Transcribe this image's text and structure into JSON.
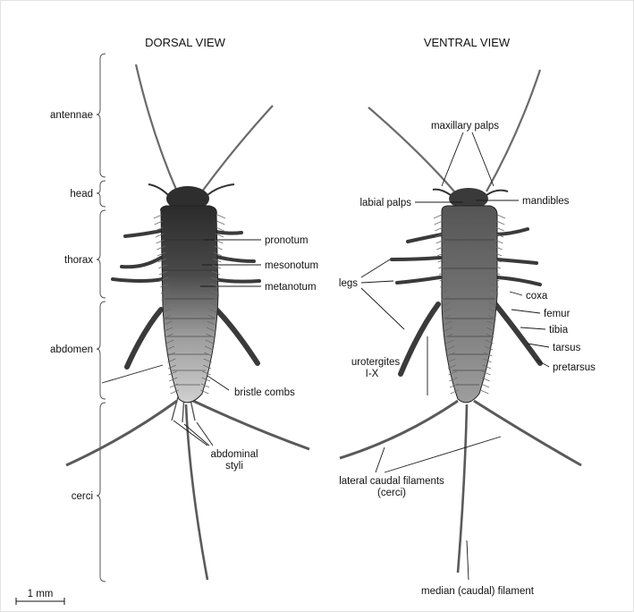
{
  "titles": {
    "dorsal": "DORSAL VIEW",
    "ventral": "VENTRAL VIEW"
  },
  "regions": {
    "antennae": "antennae",
    "head": "head",
    "thorax": "thorax",
    "abdomen": "abdomen",
    "cerci": "cerci"
  },
  "dorsal_labels": {
    "pronotum": "pronotum",
    "mesonotum": "mesonotum",
    "metanotum": "metanotum",
    "bristle_combs": "bristle combs",
    "abdominal_styli_1": "abdominal",
    "abdominal_styli_2": "styli"
  },
  "ventral_labels": {
    "maxillary_palps": "maxillary palps",
    "labial_palps": "labial palps",
    "mandibles": "mandibles",
    "legs": "legs",
    "coxa": "coxa",
    "femur": "femur",
    "tibia": "tibia",
    "tarsus": "tarsus",
    "pretarsus": "pretarsus",
    "urotergites_1": "urotergites",
    "urotergites_2": "I-X",
    "lateral_caudal_1": "lateral caudal filaments",
    "lateral_caudal_2": "(cerci)",
    "median_filament": "median (caudal) filament"
  },
  "scale_bar": "1 mm",
  "colors": {
    "body_dark": "#3a3a3a",
    "body_light": "#bdbdbd",
    "appendage": "#555555"
  }
}
